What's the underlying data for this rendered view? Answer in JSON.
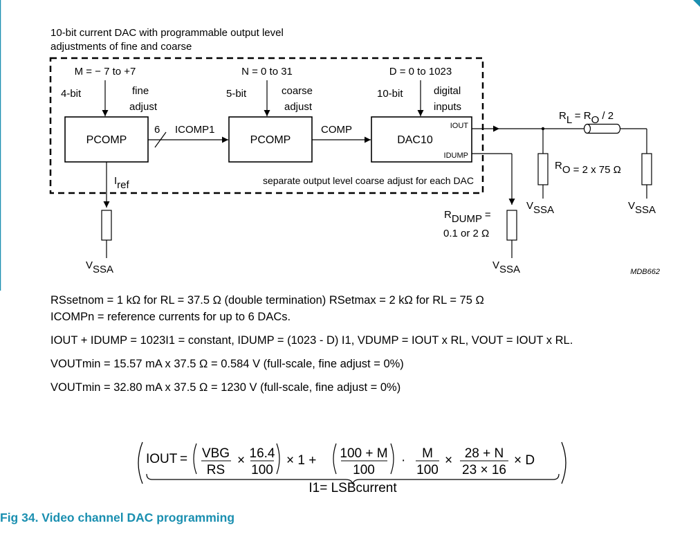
{
  "diagram": {
    "header_line1": "10-bit current DAC with programmable output level",
    "header_line2": "adjustments of fine and coarse",
    "m_range": "M = − 7 to +7",
    "n_range": "N = 0 to 31",
    "d_range": "D = 0 to 1023",
    "bits1": "4-bit",
    "bits2": "5-bit",
    "bits3": "10-bit",
    "fine_1": "fine",
    "fine_2": "adjust",
    "coarse_1": "coarse",
    "coarse_2": "adjust",
    "digital_1": "digital",
    "digital_2": "inputs",
    "pcomp1": "PCOMP",
    "pcomp2": "PCOMP",
    "dac": "DAC10",
    "iout": "IOUT",
    "idump": "IDUMP",
    "bus_width": "6",
    "icomp1": "ICOMP1",
    "comp": "COMP",
    "iref_main": "I",
    "iref_sub": "ref",
    "separate_note": "separate output level coarse adjust for each DAC",
    "rl_label": "R",
    "rl_sub": "L",
    "rl_eq": " = R",
    "rl_o_sub": "O",
    "rl_tail": " / 2",
    "ro_label": "R",
    "ro_sub": "O",
    "ro_tail": " = 2 x 75 Ω",
    "rdump_label": "R",
    "rdump_sub": "DUMP",
    "rdump_tail": " =",
    "rdump_value": "0.1 or 2 Ω",
    "vssa_main": "V",
    "vssa_sub": "SSA",
    "figure_code": "MDB662"
  },
  "notes": {
    "line1": "RSsetnom = 1 kΩ for RL = 37.5 Ω (double termination) RSetmax = 2 kΩ for RL = 75 Ω",
    "line2": "ICOMPn = reference currents for up to 6 DACs.",
    "line3": "IOUT + IDUMP = 1023I1 = constant, IDUMP = (1023 - D) I1, VDUMP = IOUT x RL, VOUT = IOUT x RL.",
    "line4": "VOUTmin = 15.57 mA x 37.5 Ω = 0.584 V (full-scale, fine adjust = 0%)",
    "line5": "VOUTmin = 32.80 mA x 37.5 Ω = 1230 V (full-scale, fine adjust = 0%)"
  },
  "formula": {
    "iout": "IOUT",
    "eq": "=",
    "vbg": "VBG",
    "rs": "RS",
    "times": "×",
    "n164": "16.4",
    "d100a": "100",
    "times_one": "× 1 +",
    "num_m": "100 + M",
    "d100b": "100",
    "cdot": "·",
    "m": "M",
    "d100c": "100",
    "times2": "×",
    "num_n": "28 + N",
    "den_n": "23 × 16",
    "times_d": "× D",
    "underbrace_label": "I1=  LSBcurrent"
  },
  "caption": "Fig 34.  Video channel DAC programming",
  "colors": {
    "accent": "#1a8fb0"
  }
}
